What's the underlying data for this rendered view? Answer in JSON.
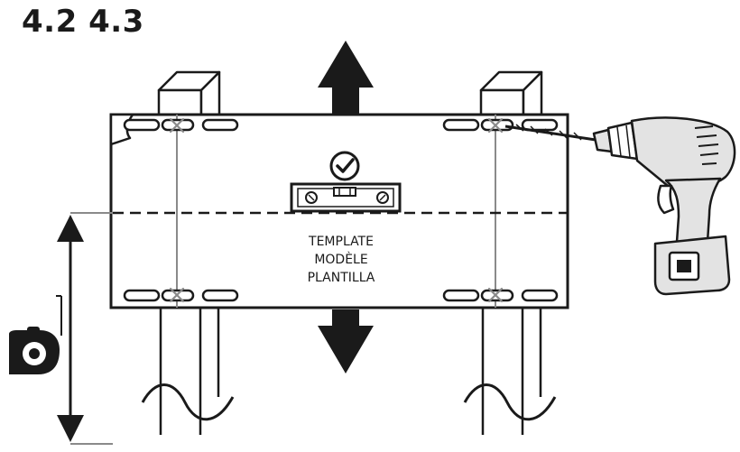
{
  "header": {
    "step_numbers": "4.2 4.3"
  },
  "template": {
    "label_lines": [
      "TEMPLATE",
      "MODÈLE",
      "PLANTILLA"
    ]
  },
  "colors": {
    "ink": "#1a1a1a",
    "guide_line": "#8a8a8a",
    "drill_gray": "#e3e3e3"
  },
  "icons": {
    "level_check": "checkmark-circle-icon",
    "move_up": "arrow-up-icon",
    "move_down": "arrow-down-icon",
    "measure": "measuring-tape-icon",
    "drill": "cordless-drill-icon"
  }
}
